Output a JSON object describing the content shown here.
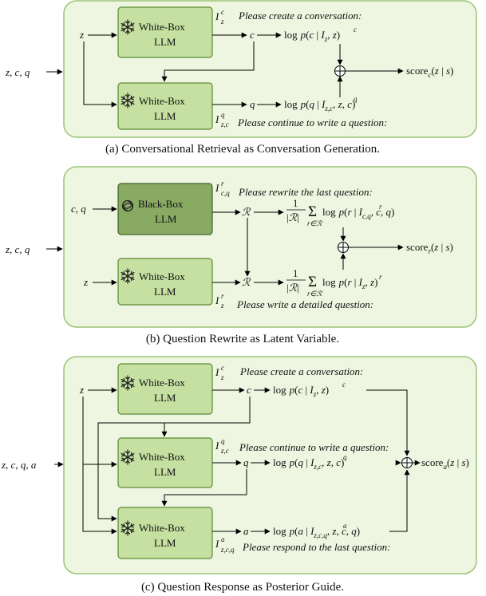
{
  "colors": {
    "panel_fill": "#eef6e1",
    "panel_stroke": "#9cc473",
    "whitebox_fill": "#c6e0a1",
    "whitebox_stroke": "#5d8a35",
    "blackbox_fill": "#88aa62",
    "blackbox_stroke": "#3f6425"
  },
  "icons": {
    "white_box": "snowflake-icon",
    "black_box": "openai-logo-icon"
  },
  "panel_a": {
    "input": "z, c, q",
    "z": "z",
    "llm1": {
      "line1": "White-Box",
      "line2": "LLM"
    },
    "llm2": {
      "line1": "White-Box",
      "line2": "LLM"
    },
    "instr1_sym": "I",
    "instr1_sup": "c",
    "instr1_sub": "z",
    "instr1_text": "Please create a conversation:",
    "instr2_sym": "I",
    "instr2_sup": "q",
    "instr2_sub": "z,c",
    "instr2_text": "Please continue to write a question:",
    "out1": "c",
    "out2": "q",
    "f1": "log p(c | I_z^c, z)",
    "f2": "log p(q | I_{z,c}^q, z, c)",
    "score": "score_c(z | s)",
    "caption": "(a) Conversational Retrieval as Conversation Generation."
  },
  "panel_b": {
    "input": "z, c, q",
    "cq": "c, q",
    "z": "z",
    "llm_black": {
      "line1": "Black-Box",
      "line2": "LLM"
    },
    "llm_white": {
      "line1": "White-Box",
      "line2": "LLM"
    },
    "instr1_sym": "I",
    "instr1_sup": "r",
    "instr1_sub": "c,q",
    "instr1_text": "Please rewrite the last question:",
    "instr2_sym": "I",
    "instr2_sup": "r",
    "instr2_sub": "z",
    "instr2_text": "Please write a detailed question:",
    "R": "ℛ",
    "f1": "1/|ℛ| Σ_{r∈ℛ} log p(r | I_{c,q}^r, c, q)",
    "f2": "1/|ℛ| Σ_{r∈ℛ} log p(r | I_z^r, z)",
    "score": "score_r(z | s)",
    "caption": "(b) Question Rewrite as Latent Variable."
  },
  "panel_c": {
    "input": "z, c, q, a",
    "z": "z",
    "llm1": {
      "line1": "White-Box",
      "line2": "LLM"
    },
    "llm2": {
      "line1": "White-Box",
      "line2": "LLM"
    },
    "llm3": {
      "line1": "White-Box",
      "line2": "LLM"
    },
    "instr1_sym": "I",
    "instr1_sup": "c",
    "instr1_sub": "z",
    "instr1_text": "Please create a conversation:",
    "instr2_sym": "I",
    "instr2_sup": "q",
    "instr2_sub": "z,c",
    "instr2_text": "Please continue to write a question:",
    "instr3_sym": "I",
    "instr3_sup": "a",
    "instr3_sub": "z,c,q",
    "instr3_text": "Please respond to the last question:",
    "out1": "c",
    "out2": "q",
    "out3": "a",
    "f1": "log p(c | I_z^c, z)",
    "f2": "log p(q | I_{z,c}^q, z, c)",
    "f3": "log p(a | I_{z,c,q}^a, z, c, q)",
    "score": "score_a(z | s)",
    "caption": "(c) Question Response as Posterior Guide."
  },
  "tokens": {
    "log": "log",
    "p": "p",
    "bar": "|",
    "one": "1",
    "sigma": "Σ",
    "score": "score",
    "r": "r",
    "z": "z",
    "c": "c",
    "q": "q",
    "a": "a",
    "in_R": "r∈ℛ",
    "R": "ℛ",
    "sub_c": "c",
    "sub_r": "r",
    "sub_a": "a",
    "sub_s": "s"
  }
}
